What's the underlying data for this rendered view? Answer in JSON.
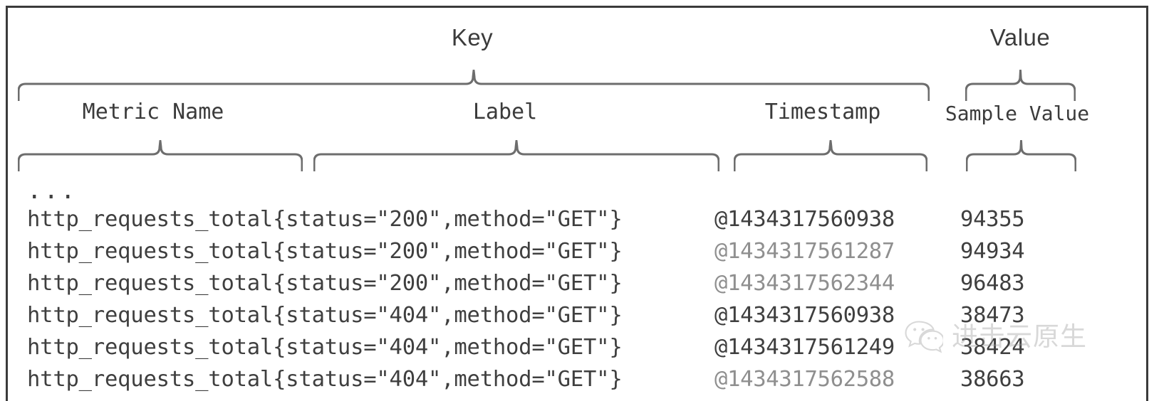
{
  "figure": {
    "title_group_key": "Key",
    "title_group_value": "Value",
    "columns": [
      {
        "id": "metric-name",
        "label": "Metric Name"
      },
      {
        "id": "label",
        "label": "Label"
      },
      {
        "id": "timestamp",
        "label": "Timestamp"
      },
      {
        "id": "sample-value",
        "label": "Sample Value"
      }
    ],
    "ellipsis": "...",
    "rows": [
      {
        "metric": "http_requests_total",
        "labels": "{status=\"200\",method=\"GET\"}",
        "series": "http_requests_total{status=\"200\",method=\"GET\"}",
        "timestamp": "@1434317560938",
        "timestamp_dim": false,
        "value": "94355"
      },
      {
        "metric": "http_requests_total",
        "labels": "{status=\"200\",method=\"GET\"}",
        "series": "http_requests_total{status=\"200\",method=\"GET\"}",
        "timestamp": "@1434317561287",
        "timestamp_dim": true,
        "value": "94934"
      },
      {
        "metric": "http_requests_total",
        "labels": "{status=\"200\",method=\"GET\"}",
        "series": "http_requests_total{status=\"200\",method=\"GET\"}",
        "timestamp": "@1434317562344",
        "timestamp_dim": true,
        "value": "96483"
      },
      {
        "metric": "http_requests_total",
        "labels": "{status=\"404\",method=\"GET\"}",
        "series": "http_requests_total{status=\"404\",method=\"GET\"}",
        "timestamp": "@1434317560938",
        "timestamp_dim": false,
        "value": "38473"
      },
      {
        "metric": "http_requests_total",
        "labels": "{status=\"404\",method=\"GET\"}",
        "series": "http_requests_total{status=\"404\",method=\"GET\"}",
        "timestamp": "@1434317561249",
        "timestamp_dim": false,
        "value": "38424"
      },
      {
        "metric": "http_requests_total",
        "labels": "{status=\"404\",method=\"GET\"}",
        "series": "http_requests_total{status=\"404\",method=\"GET\"}",
        "timestamp": "@1434317562588",
        "timestamp_dim": true,
        "value": "38663"
      }
    ],
    "watermark": {
      "text": "进击云原生",
      "icon": "wechat-icon"
    },
    "colors": {
      "text": "#3f3f3f",
      "dim_text": "#8f8f8f",
      "brace": "#6d6d6d",
      "frame": "#3a3a3a",
      "background": "#ffffff"
    }
  }
}
